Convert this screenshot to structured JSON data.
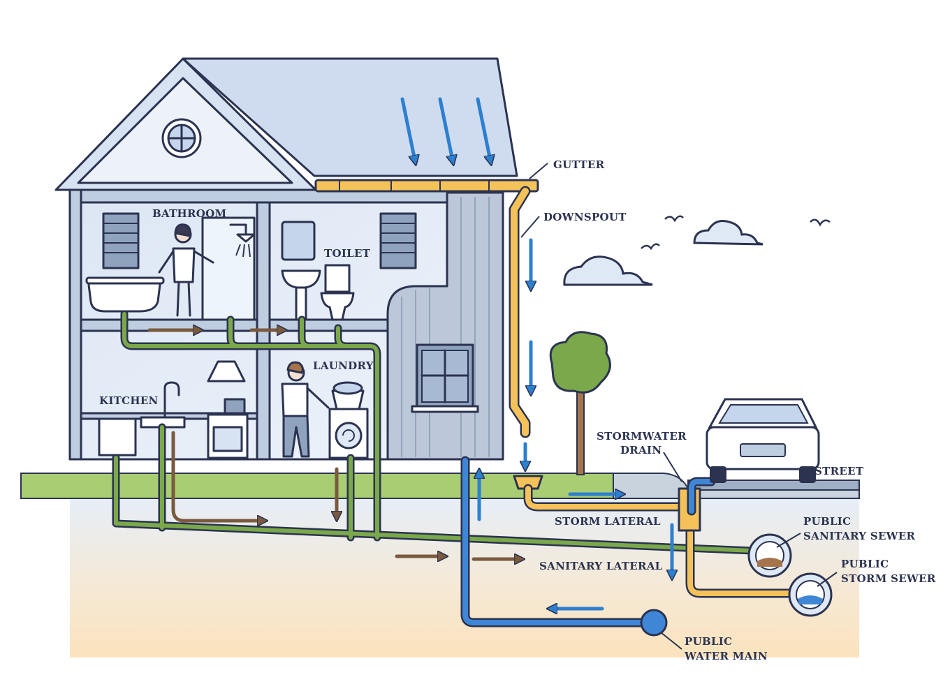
{
  "labels": {
    "bathroom": "BATHROOM",
    "toilet": "TOILET",
    "kitchen": "KITCHEN",
    "laundry": "LAUNDRY",
    "gutter": "GUTTER",
    "downspout": "DOWNSPOUT",
    "stormwater_drain_1": "STORMWATER",
    "stormwater_drain_2": "DRAIN",
    "street": "STREET",
    "storm_lateral": "STORM LATERAL",
    "sanitary_lateral": "SANITARY LATERAL",
    "public_sanitary_sewer_1": "PUBLIC",
    "public_sanitary_sewer_2": "SANITARY SEWER",
    "public_storm_sewer_1": "PUBLIC",
    "public_storm_sewer_2": "STORM SEWER",
    "public_water_main_1": "PUBLIC",
    "public_water_main_2": "WATER MAIN"
  },
  "colors": {
    "outline": "#2b3350",
    "house_wall": "#dfe8f5",
    "roof": "#cfdcef",
    "grass": "#a9cd73",
    "sanitary_pipe": "#7aa84a",
    "storm_pipe": "#f5c25a",
    "water_pipe": "#3f86d6",
    "flow_arrow_brown": "#7a5a3e",
    "flow_arrow_blue": "#2d7fd0",
    "sky_tint": "#e9f1fa",
    "soil_tint": "#f8e2bf"
  }
}
